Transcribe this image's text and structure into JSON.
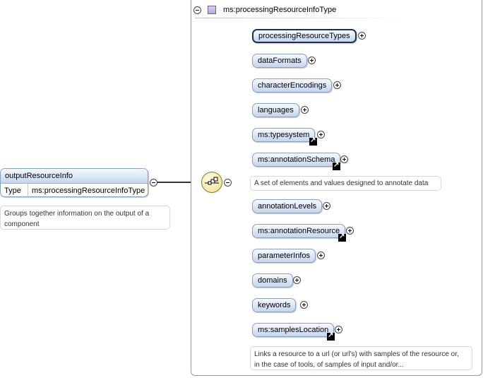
{
  "type_title": "ms:processingResourceInfoType",
  "root": {
    "name": "outputResourceInfo",
    "type_label": "Type",
    "type_value": "ms:processingResourceInfoType",
    "description": "Groups together information on the output of a component"
  },
  "children": [
    {
      "label": "processingResourceTypes",
      "selected": true,
      "ref": false
    },
    {
      "label": "dataFormats",
      "ref": false
    },
    {
      "label": "characterEncodings",
      "ref": false
    },
    {
      "label": "languages",
      "ref": false
    },
    {
      "label": "ms:typesystem",
      "ref": true
    },
    {
      "label": "ms:annotationSchema",
      "ref": true,
      "note": "A set of elements and values designed to annotate data"
    },
    {
      "label": "annotationLevels",
      "ref": false
    },
    {
      "label": "ms:annotationResource",
      "ref": true
    },
    {
      "label": "parameterInfos",
      "ref": false
    },
    {
      "label": "domains",
      "ref": false
    },
    {
      "label": "keywords",
      "ref": false
    },
    {
      "label": "ms:samplesLocation",
      "ref": true,
      "note_line1": "Links a resource to a url (or url's) with samples of the resource or,",
      "note_line2": "in the case of tools, of samples of input and/or..."
    }
  ],
  "icons": {
    "collapse": "minus-circle-icon",
    "expand": "plus-circle-icon",
    "sequence": "sequence-compositor-icon",
    "reference": "reference-arrow-icon",
    "complex_type": "complex-type-icon"
  },
  "colors": {
    "element_fill_top": "#f7faff",
    "element_fill_bottom": "#c4d5ee",
    "element_border": "#8aa0c0",
    "sequence_fill": "#f3e7a7"
  }
}
